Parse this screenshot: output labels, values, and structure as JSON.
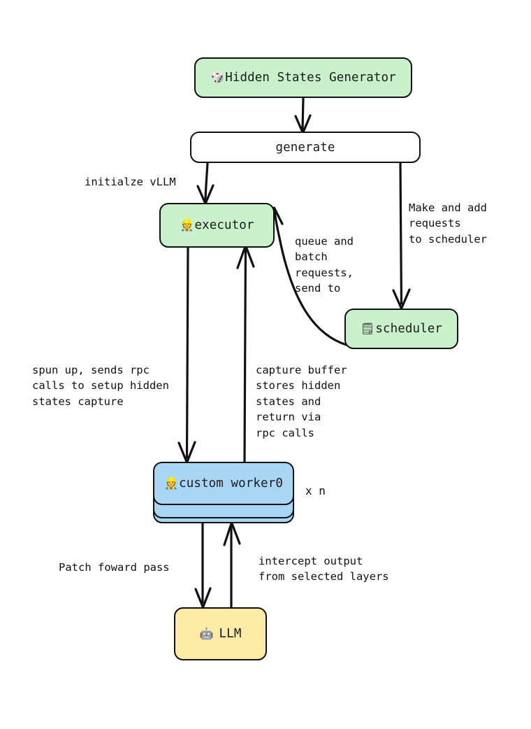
{
  "diagram": {
    "title": "Hidden States Generator / vLLM architecture flow",
    "palette": {
      "green": "#c9f2cb",
      "blue": "#a9d6f4",
      "yellow": "#fbeba5",
      "stroke": "#111111",
      "background": "#ffffff"
    },
    "nodes": [
      {
        "id": "hidden-states-generator",
        "label": "Hidden States Generator",
        "emoji": "🎲",
        "icon_name": "game-die-icon",
        "color": "green"
      },
      {
        "id": "generate",
        "label": "generate",
        "emoji": "",
        "icon_name": "",
        "color": "plain"
      },
      {
        "id": "executor",
        "label": "executor",
        "emoji": "👷",
        "icon_name": "construction-worker-icon",
        "color": "green"
      },
      {
        "id": "scheduler",
        "label": "scheduler",
        "emoji": "🗒",
        "icon_name": "spiral-notepad-icon",
        "color": "green"
      },
      {
        "id": "custom-worker0",
        "label": "custom worker0",
        "emoji": "👷",
        "icon_name": "construction-worker-icon",
        "color": "blue",
        "stacked": true,
        "multiplicity": "x n"
      },
      {
        "id": "llm",
        "label": "LLM",
        "emoji": "🤖",
        "icon_name": "robot-icon",
        "color": "yellow"
      }
    ],
    "edge_labels": [
      {
        "id": "initialize-vllm",
        "text": "initialze vLLM",
        "from": "generate",
        "to": "executor"
      },
      {
        "id": "make-add-requests",
        "text": "Make and add\nrequests\nto scheduler",
        "from": "generate",
        "to": "scheduler"
      },
      {
        "id": "queue-batch-requests",
        "text": "queue and\nbatch\nrequests,\nsend to",
        "from": "scheduler",
        "to": "executor"
      },
      {
        "id": "spun-up-rpc",
        "text": "spun up, sends rpc\ncalls to setup hidden\nstates capture",
        "from": "executor",
        "to": "custom-worker0"
      },
      {
        "id": "capture-buffer",
        "text": "capture buffer\nstores hidden\nstates and\nreturn via\nrpc calls",
        "from": "custom-worker0",
        "to": "executor"
      },
      {
        "id": "patch-forward-pass",
        "text": "Patch foward pass",
        "from": "custom-worker0",
        "to": "llm"
      },
      {
        "id": "intercept-output",
        "text": "intercept output\nfrom selected layers",
        "from": "llm",
        "to": "custom-worker0"
      }
    ]
  }
}
